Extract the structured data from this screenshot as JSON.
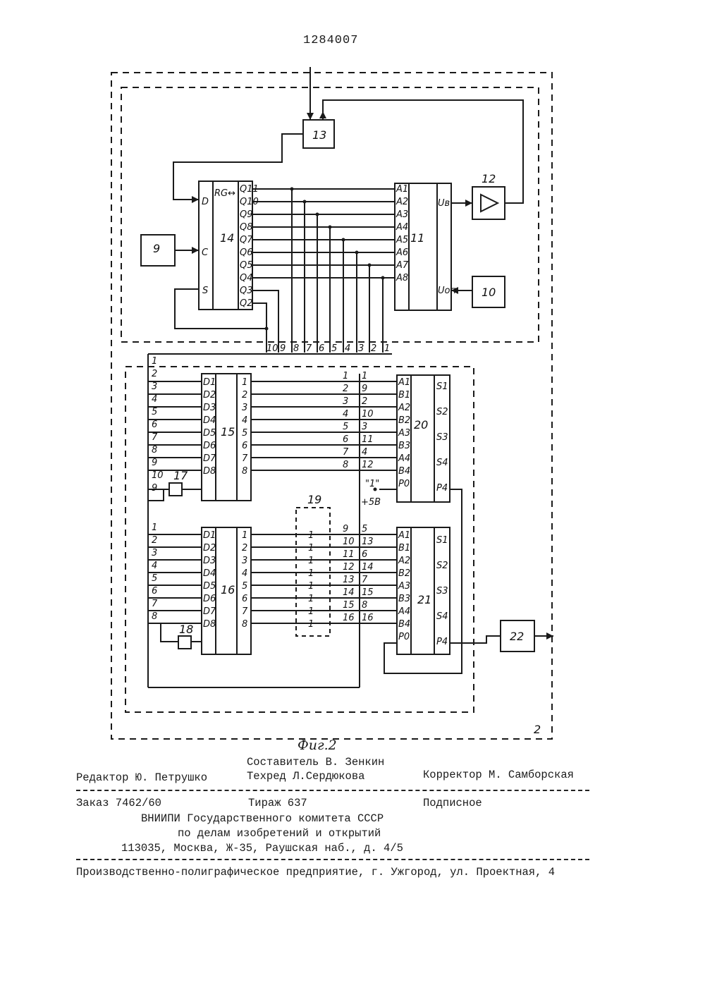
{
  "patent_number": "1284007",
  "figure_caption": "Фиг.2",
  "credits": {
    "compiler": "Составитель В. Зенкин",
    "editor": "Редактор Ю. Петрушко",
    "techred": "Техред Л.Сердюкова",
    "corrector": "Корректор М. Самборская"
  },
  "publication": {
    "order": "Заказ 7462/60",
    "circulation": "Тираж 637",
    "subscription": "Подписное",
    "org_line1": "ВНИИПИ Государственного комитета СССР",
    "org_line2": "по делам изобретений и открытий",
    "address": "113035, Москва, Ж-35, Раушская наб., д. 4/5",
    "printer": "Производственно-полиграфическое предприятие, г. Ужгород, ул. Проектная, 4"
  },
  "diagram": {
    "block_labels": [
      "9",
      "10",
      "11",
      "12",
      "13",
      "14",
      "15",
      "16",
      "17",
      "18",
      "19",
      "20",
      "21",
      "22",
      "2"
    ],
    "register14": {
      "pins_left": [
        "D",
        "C",
        "S"
      ],
      "title": "RG↔",
      "outputs": [
        "Q11",
        "Q10",
        "Q9",
        "Q8",
        "Q7",
        "Q6",
        "Q5",
        "Q4",
        "Q3",
        "Q2"
      ]
    },
    "dac11": {
      "inputs": [
        "A1",
        "A2",
        "A3",
        "A4",
        "A5",
        "A6",
        "A7",
        "A8"
      ],
      "out": "Uв",
      "ref": "Uоп"
    },
    "bus_numbers": [
      "10",
      "9",
      "8",
      "7",
      "6",
      "5",
      "4",
      "3",
      "2",
      "1"
    ],
    "left_bus_top": [
      "1",
      "2",
      "3",
      "4",
      "5",
      "6",
      "7",
      "8",
      "9",
      "10",
      "9"
    ],
    "left_bus_bottom": [
      "1",
      "2",
      "3",
      "4",
      "5",
      "6",
      "7",
      "8"
    ],
    "register15_inputs": [
      "D1",
      "D2",
      "D3",
      "D4",
      "D5",
      "D6",
      "D7",
      "D8"
    ],
    "register16_inputs": [
      "D1",
      "D2",
      "D3",
      "D4",
      "D5",
      "D6",
      "D7",
      "D8"
    ],
    "register_outputs": [
      "1",
      "2",
      "3",
      "4",
      "5",
      "6",
      "7",
      "8"
    ],
    "adder20_inputs": [
      "A1",
      "B1",
      "A2",
      "B2",
      "A3",
      "B3",
      "A4",
      "B4",
      "P0"
    ],
    "adder20_outputs": [
      "S1",
      "S2",
      "S3",
      "S4",
      "P4"
    ],
    "adder20_col1": [
      "1",
      "2",
      "3",
      "4",
      "5",
      "6",
      "7",
      "8"
    ],
    "adder20_col2": [
      "1",
      "9",
      "2",
      "10",
      "3",
      "11",
      "4",
      "12"
    ],
    "adder21_col1": [
      "9",
      "10",
      "11",
      "12",
      "13",
      "14",
      "15",
      "16"
    ],
    "adder21_col2": [
      "5",
      "13",
      "6",
      "14",
      "7",
      "15",
      "8",
      "16"
    ],
    "const_labels": [
      "\"1\"",
      "+5B"
    ],
    "switch19_bits": [
      "1",
      "1",
      "1",
      "1",
      "1",
      "1",
      "1",
      "1"
    ]
  }
}
